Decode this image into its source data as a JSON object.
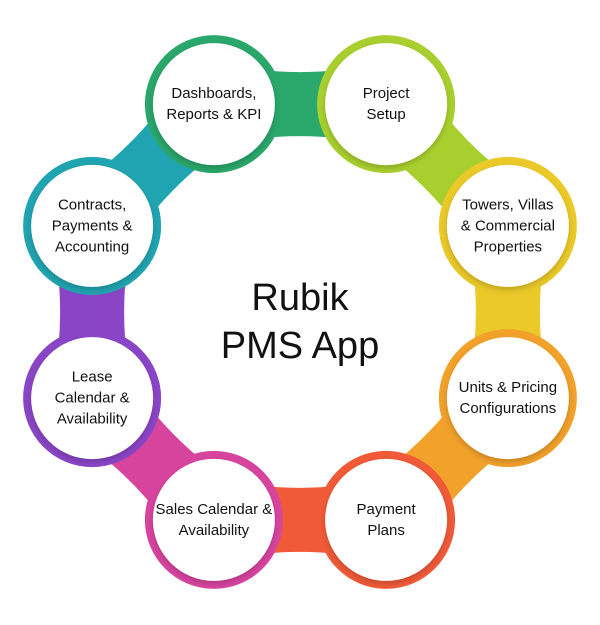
{
  "center_title": "Rubik\nPMS App",
  "nodes": [
    {
      "label": "Project\nSetup",
      "color": "#a9cf2e"
    },
    {
      "label": "Towers, Villas\n& Commercial\nProperties",
      "color": "#eac928"
    },
    {
      "label": "Units & Pricing\nConfigurations",
      "color": "#f2a12a"
    },
    {
      "label": "Payment\nPlans",
      "color": "#f05a38"
    },
    {
      "label": "Sales Calendar &\nAvailability",
      "color": "#d7449e"
    },
    {
      "label": "Lease\nCalendar &\nAvailability",
      "color": "#8a45c6"
    },
    {
      "label": "Contracts,\nPayments &\nAccounting",
      "color": "#21a4b1"
    },
    {
      "label": "Dashboards,\nReports & KPI",
      "color": "#2aa76b"
    }
  ]
}
